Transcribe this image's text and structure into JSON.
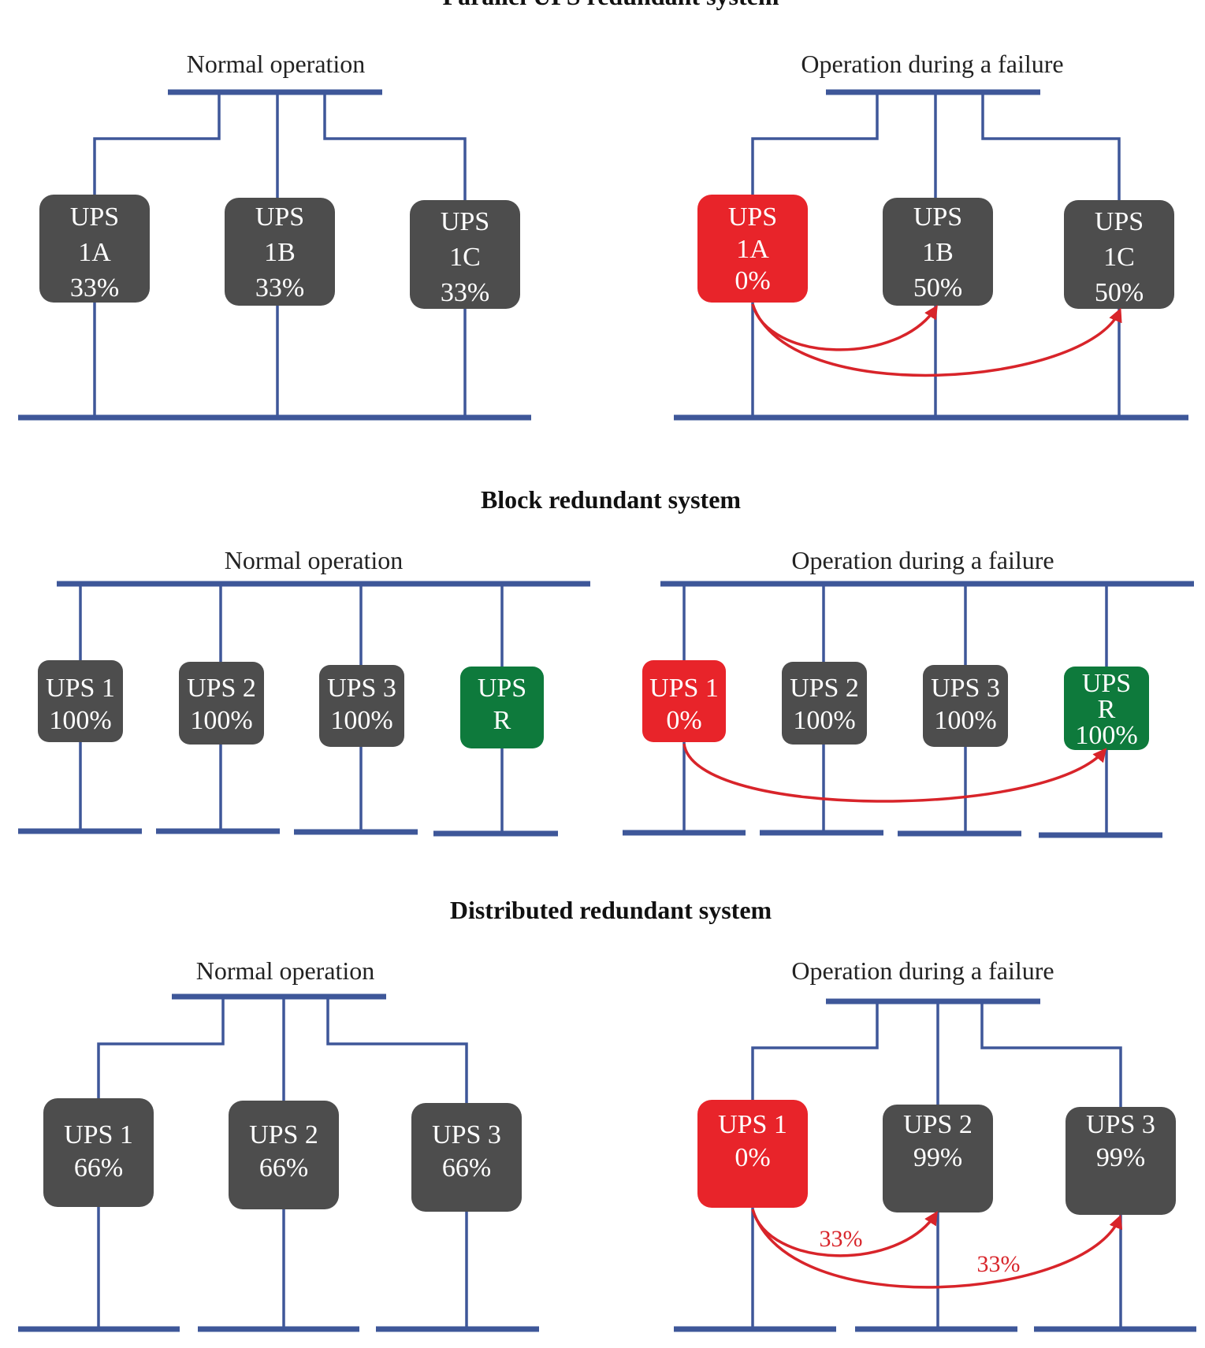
{
  "colors": {
    "bus": "#3e5799",
    "normal_ups": "#4d4d4d",
    "failed_ups": "#e8242a",
    "reserve_ups": "#0e7a3c",
    "flow_arrow": "#d8242a",
    "text": "#222222"
  },
  "sections": [
    {
      "title": "Parallel UPS redundant system",
      "panels": [
        {
          "label": "Normal operation",
          "units": [
            {
              "name": "UPS",
              "id": "1A",
              "load": "33%",
              "state": "normal"
            },
            {
              "name": "UPS",
              "id": "1B",
              "load": "33%",
              "state": "normal"
            },
            {
              "name": "UPS",
              "id": "1C",
              "load": "33%",
              "state": "normal"
            }
          ]
        },
        {
          "label": "Operation during a failure",
          "units": [
            {
              "name": "UPS",
              "id": "1A",
              "load": "0%",
              "state": "failed"
            },
            {
              "name": "UPS",
              "id": "1B",
              "load": "50%",
              "state": "normal"
            },
            {
              "name": "UPS",
              "id": "1C",
              "load": "50%",
              "state": "normal"
            }
          ]
        }
      ]
    },
    {
      "title": "Block redundant system",
      "panels": [
        {
          "label": "Normal operation",
          "units": [
            {
              "name": "UPS 1",
              "load": "100%",
              "state": "normal"
            },
            {
              "name": "UPS 2",
              "load": "100%",
              "state": "normal"
            },
            {
              "name": "UPS 3",
              "load": "100%",
              "state": "normal"
            },
            {
              "name": "UPS",
              "id": "R",
              "state": "reserve"
            }
          ]
        },
        {
          "label": "Operation during a failure",
          "units": [
            {
              "name": "UPS 1",
              "load": "0%",
              "state": "failed"
            },
            {
              "name": "UPS 2",
              "load": "100%",
              "state": "normal"
            },
            {
              "name": "UPS 3",
              "load": "100%",
              "state": "normal"
            },
            {
              "name": "UPS",
              "id": "R",
              "load": "100%",
              "state": "reserve"
            }
          ]
        }
      ]
    },
    {
      "title": "Distributed redundant system",
      "panels": [
        {
          "label": "Normal operation",
          "units": [
            {
              "name": "UPS 1",
              "load": "66%",
              "state": "normal"
            },
            {
              "name": "UPS 2",
              "load": "66%",
              "state": "normal"
            },
            {
              "name": "UPS 3",
              "load": "66%",
              "state": "normal"
            }
          ]
        },
        {
          "label": "Operation during a failure",
          "units": [
            {
              "name": "UPS 1",
              "load": "0%",
              "state": "failed"
            },
            {
              "name": "UPS 2",
              "load": "99%",
              "state": "normal"
            },
            {
              "name": "UPS 3",
              "load": "99%",
              "state": "normal"
            }
          ],
          "transfer_labels": [
            "33%",
            "33%"
          ]
        }
      ]
    }
  ]
}
